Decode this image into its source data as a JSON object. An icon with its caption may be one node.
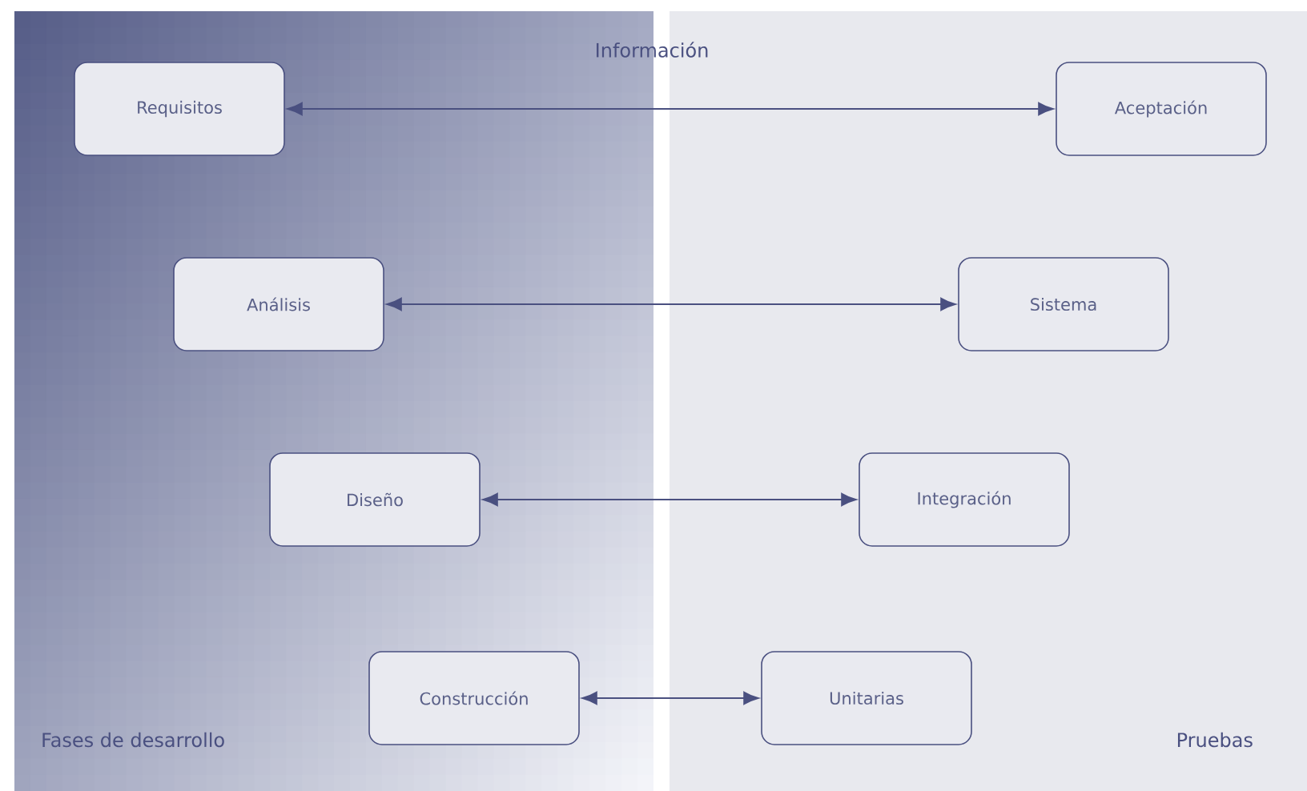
{
  "diagram": {
    "nodes": [
      {
        "text": [
          "Requisitos"
        ]
      },
      {
        "text": [
          "Aceptación"
        ]
      },
      {
        "text": [
          "Análisis"
        ]
      },
      {
        "text": [
          "Sistema"
        ]
      },
      {
        "text": [
          "Diseño"
        ]
      },
      {
        "text": [
          "Integración"
        ]
      },
      {
        "text": [
          "Construcción"
        ]
      },
      {
        "text": [
          "Unitarias"
        ]
      }
    ],
    "edges": [
      {
        "from": 0,
        "to": 1,
        "arrow": "both"
      },
      {
        "from": 2,
        "to": 3,
        "arrow": "both"
      },
      {
        "from": 4,
        "to": 5,
        "arrow": "both"
      },
      {
        "from": 6,
        "to": 7,
        "arrow": "both"
      }
    ],
    "labels": [
      "Información",
      "Fases de desarrollo",
      "Pruebas"
    ]
  }
}
